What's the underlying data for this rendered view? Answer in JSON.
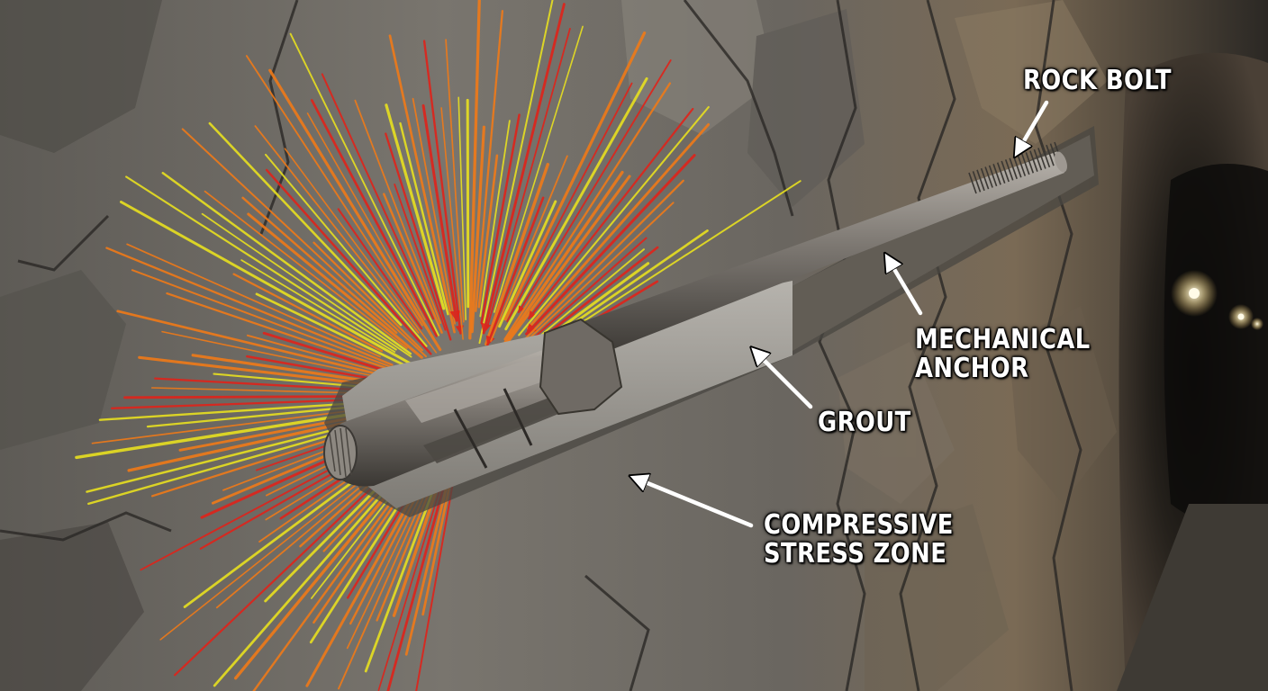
{
  "labels": {
    "rock_bolt": "ROCK BOLT",
    "mechanical_anchor": [
      "MECHANICAL",
      "ANCHOR"
    ],
    "grout": "GROUT",
    "compressive_stress_zone": [
      "COMPRESSIVE",
      "STRESS ZONE"
    ]
  },
  "colors": {
    "rock_dark": "#3d3b38",
    "rock_mid": "#6e6a63",
    "rock_light": "#9a958c",
    "rock_warm": "#8a7559",
    "grout": "#9b9892",
    "steel": "#7f7a74",
    "stress_red": "#e0231a",
    "stress_orange": "#f07a18",
    "stress_yellow": "#e8e020",
    "label_text": "#ffffff",
    "tunnel_light": "#fff6d6"
  }
}
